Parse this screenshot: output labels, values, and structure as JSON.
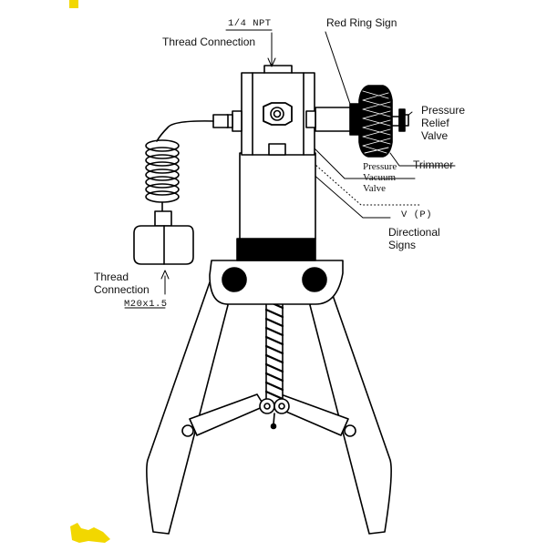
{
  "labels": {
    "npt": "1/4 NPT",
    "thread_connection_top": "Thread Connection",
    "red_ring_sign": "Red Ring Sign",
    "pressure_relief_valve": [
      "Pressure",
      "Relief",
      "Valve"
    ],
    "trimmer": "Trimmer",
    "pressure_vacuum_valve": [
      "Pressure",
      "Vacuum",
      "Valve"
    ],
    "vp": "V (P)",
    "directional_signs": [
      "Directional",
      "Signs"
    ],
    "thread_connection_bottom": [
      "Thread",
      "Connection"
    ],
    "m20": "M20x1.5"
  },
  "colors": {
    "line": "#000000",
    "paper": "#ffffff",
    "corner_mark": "#f2d700"
  }
}
